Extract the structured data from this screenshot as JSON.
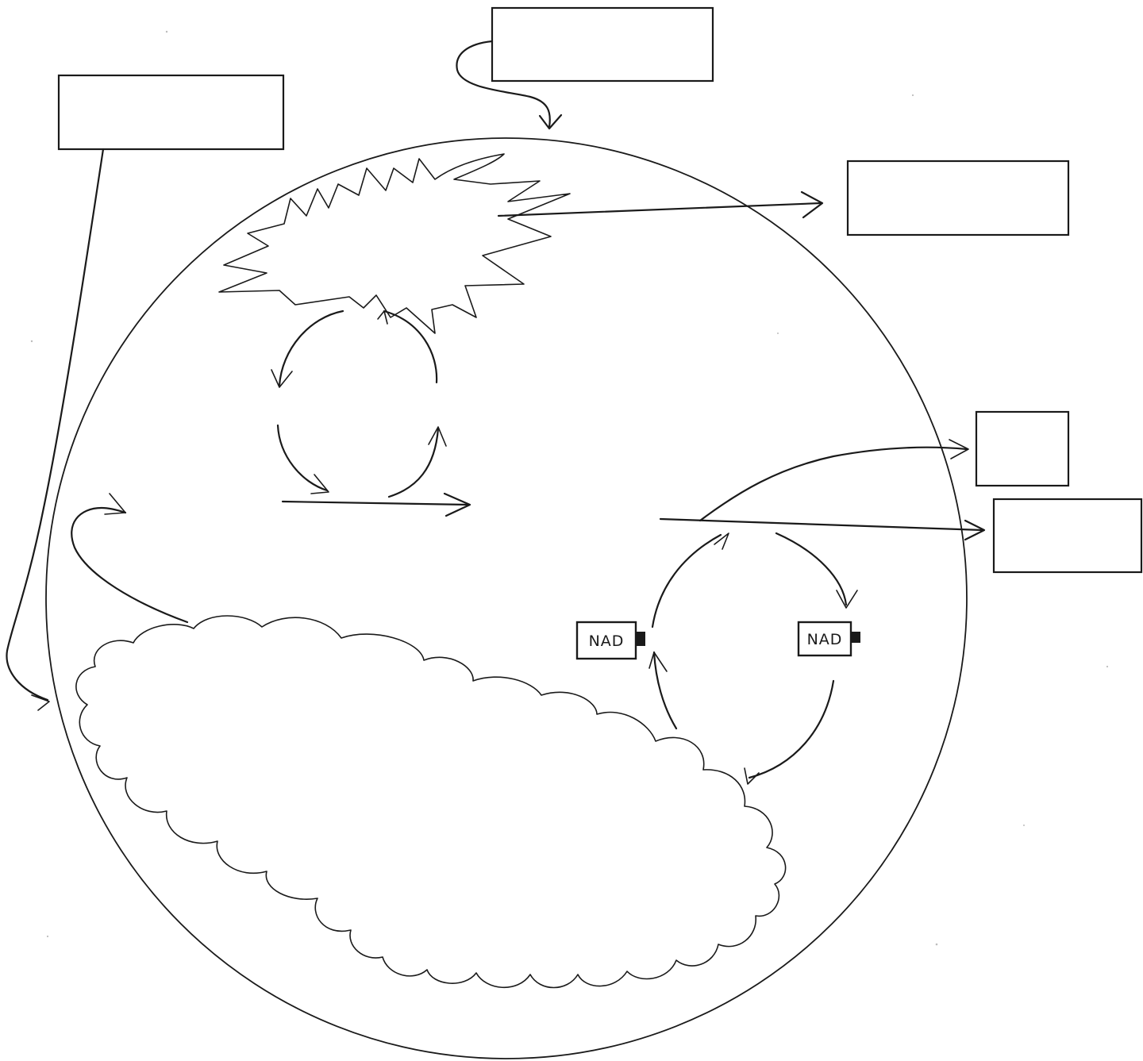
{
  "diagram": {
    "label_boxes": [
      {
        "id": "box-top-center",
        "text": ""
      },
      {
        "id": "box-top-left",
        "text": ""
      },
      {
        "id": "box-upper-right",
        "text": ""
      },
      {
        "id": "box-right-small",
        "text": ""
      },
      {
        "id": "box-right-lower",
        "text": ""
      }
    ],
    "nad_left": {
      "text": "NAD"
    },
    "nad_right": {
      "text": "NAD"
    }
  }
}
